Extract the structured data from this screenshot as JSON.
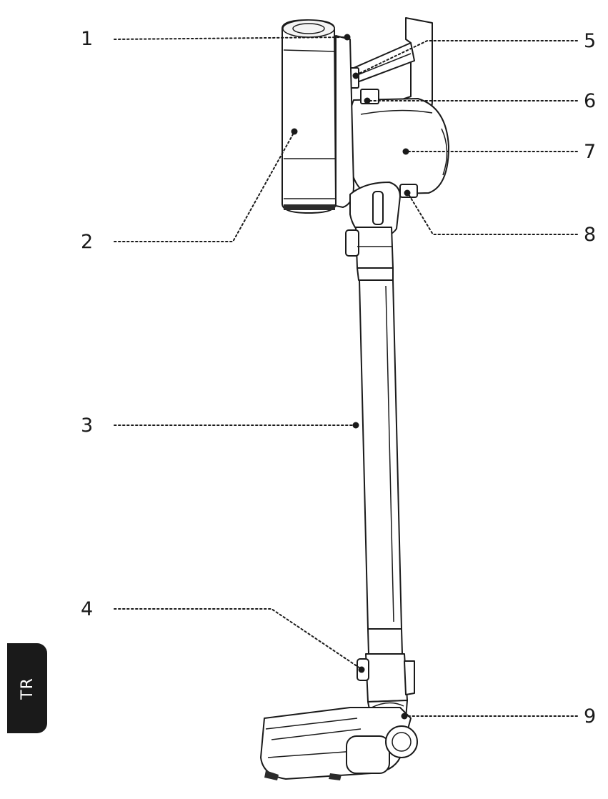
{
  "callouts": [
    {
      "id": "1",
      "label": "1"
    },
    {
      "id": "2",
      "label": "2"
    },
    {
      "id": "3",
      "label": "3"
    },
    {
      "id": "4",
      "label": "4"
    },
    {
      "id": "5",
      "label": "5"
    },
    {
      "id": "6",
      "label": "6"
    },
    {
      "id": "7",
      "label": "7"
    },
    {
      "id": "8",
      "label": "8"
    },
    {
      "id": "9",
      "label": "9"
    }
  ],
  "language_tab": {
    "label": "TR"
  },
  "colors": {
    "ink": "#1a1a1a",
    "background": "#ffffff",
    "tab": "#1a1a1a"
  }
}
